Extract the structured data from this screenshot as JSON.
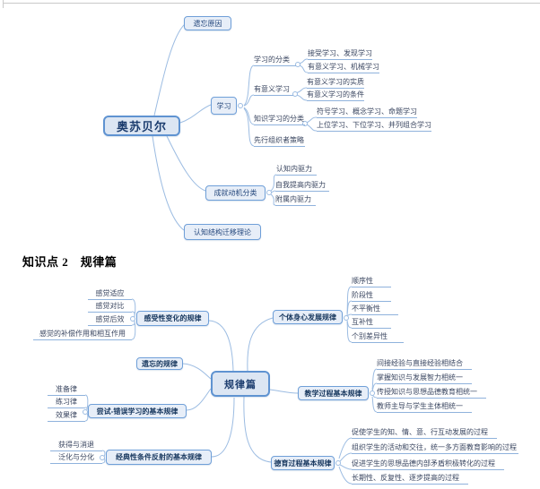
{
  "page": {
    "heading": "知识点 2　规律篇"
  },
  "ausubel_map": {
    "root": "奥苏贝尔",
    "branches": [
      "遗忘原因",
      "学习",
      "成就动机分类",
      "认知结构迁移理论"
    ],
    "learning_sub": [
      {
        "label": "学习的分类",
        "leaves": [
          "接受学习、发现学习",
          "有意义学习、机械学习"
        ]
      },
      {
        "label": "有意义学习",
        "leaves": [
          "有意义学习的实质",
          "有意义学习的条件"
        ]
      },
      {
        "label": "知识学习的分类",
        "leaves": [
          "符号学习、概念学习、命题学习",
          "上位学习、下位学习、并列组合学习"
        ]
      },
      {
        "label": "先行组织者策略",
        "leaves": []
      }
    ],
    "motivation_leaves": [
      "认知内驱力",
      "自我提高内驱力",
      "附属内驱力"
    ]
  },
  "rules_map": {
    "root": "规律篇",
    "left_branches": [
      {
        "label": "感受性变化的规律",
        "leaves": [
          "感觉适应",
          "感觉对比",
          "感觉后效",
          "感觉的补偿作用和相互作用"
        ]
      },
      {
        "label": "遗忘的规律",
        "leaves": []
      },
      {
        "label": "尝试-错误学习的基本规律",
        "leaves": [
          "准备律",
          "练习律",
          "效果律"
        ]
      },
      {
        "label": "经典性条件反射的基本规律",
        "leaves": [
          "获得与消退",
          "泛化与分化"
        ]
      }
    ],
    "right_branches": [
      {
        "label": "个体身心发展规律",
        "leaves": [
          "顺序性",
          "阶段性",
          "不平衡性",
          "互补性",
          "个别差异性"
        ]
      },
      {
        "label": "教学过程基本规律",
        "leaves": [
          "间接经验与直接经验相结合",
          "掌握知识与发展智力相统一",
          "传授知识与思想品德教育相统一",
          "教师主导与学生主体相统一"
        ]
      },
      {
        "label": "德育过程基本规律",
        "leaves": [
          "促使学生的知、情、意、行互动发展的过程",
          "组织学生的活动和交往，统一多方面教育影响的过程",
          "促进学生的思想品德内部矛盾积极转化的过程",
          "长期性、反复性、逐步提高的过程"
        ]
      }
    ]
  },
  "colors": {
    "node_border": "#6f9fd8",
    "node_fill": "#e7eef8",
    "root_fill": "#dce6f3",
    "connector": "#9cbce2",
    "node_text": "#17375e",
    "leaf_text": "#3a4660",
    "underline": "#8fb2dc"
  }
}
